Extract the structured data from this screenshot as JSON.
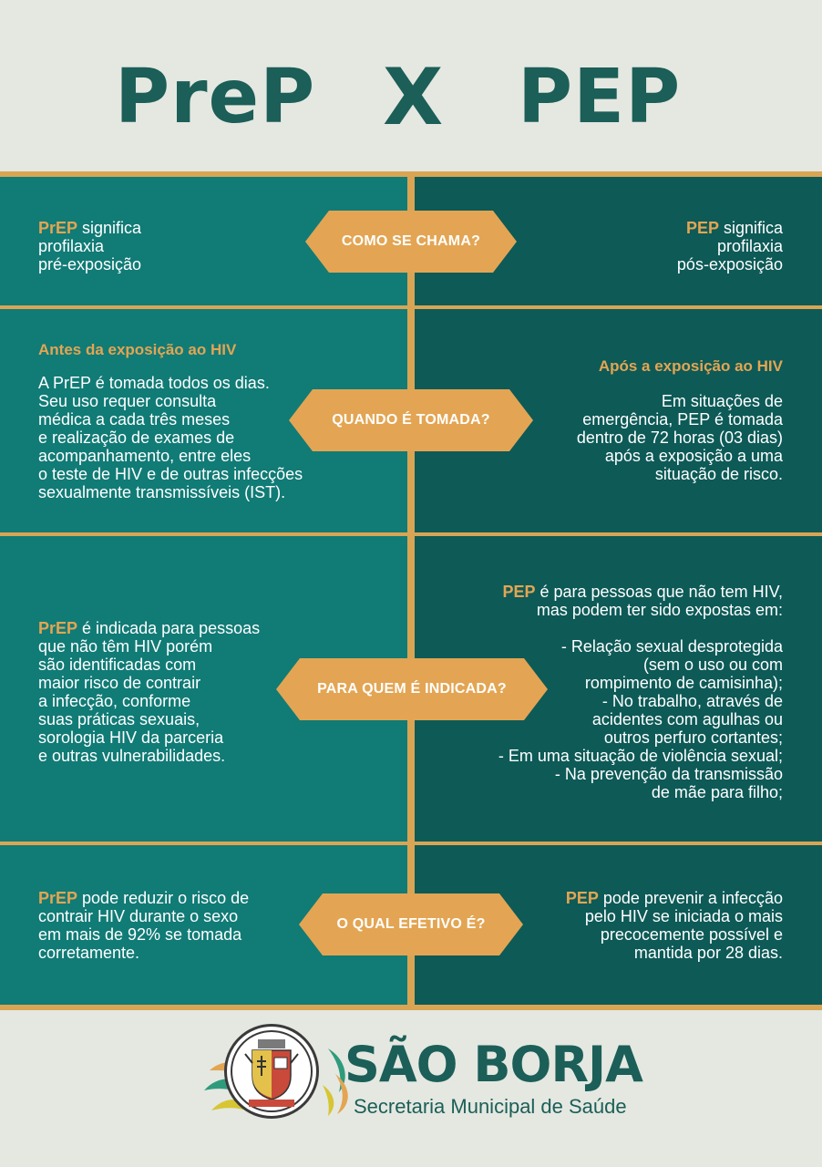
{
  "header": {
    "left": "PreP",
    "x": "X",
    "right": "PEP"
  },
  "rows": [
    {
      "question": "COMO SE CHAMA?",
      "left": {
        "accent": "PrEP",
        "text": " significa\nprofilaxia\npré-exposição"
      },
      "right": {
        "accent": "PEP",
        "text": " significa\nprofilaxia\npós-exposição"
      }
    },
    {
      "question": "QUANDO É TOMADA?",
      "left": {
        "subtitle": "Antes da exposição ao HIV",
        "text": "A PrEP é tomada todos os dias.\nSeu uso requer consulta\nmédica a cada três meses\ne realização de exames de\nacompanhamento, entre eles\no teste de HIV e de outras infecções\nsexualmente transmissíveis (IST)."
      },
      "right": {
        "subtitle": "Após a exposição ao HIV",
        "text": "Em situações de\nemergência, PEP é tomada\ndentro de  72 horas (03 dias)\napós a exposição a uma\nsituação de risco."
      }
    },
    {
      "question": "PARA QUEM É INDICADA?",
      "left": {
        "accent": "PrEP",
        "text": " é indicada para pessoas\nque não têm HIV porém\nsão identificadas com\nmaior risco de contrair\na infecção, conforme\nsuas práticas sexuais,\nsorologia HIV da parceria\ne outras vulnerabilidades."
      },
      "right": {
        "accent": "PEP",
        "text": " é para pessoas que não tem HIV,\nmas podem ter sido expostas em:\n\n- Relação sexual desprotegida\n(sem o uso ou com\nrompimento de camisinha);\n- No trabalho, através de\nacidentes com agulhas ou\noutros perfuro cortantes;\n- Em uma situação de violência sexual;\n- Na prevenção da transmissão\nde mãe para filho;"
      }
    },
    {
      "question": "O QUAL EFETIVO É?",
      "left": {
        "accent": "PrEP",
        "text": " pode reduzir o risco de\ncontrair HIV durante o sexo\nem mais de 92% se tomada\ncorretamente."
      },
      "right": {
        "accent": "PEP",
        "text": " pode prevenir a infecção\npelo HIV se iniciada o mais\nprecocemente possível e\nmantida por 28 dias."
      }
    }
  ],
  "footer": {
    "brand": "SÃO BORJA",
    "subtitle": "Secretaria Municipal de Saúde"
  },
  "colors": {
    "teal_left": "#117b76",
    "teal_right": "#0d5a57",
    "orange": "#e3a553",
    "title": "#1c5e58"
  }
}
